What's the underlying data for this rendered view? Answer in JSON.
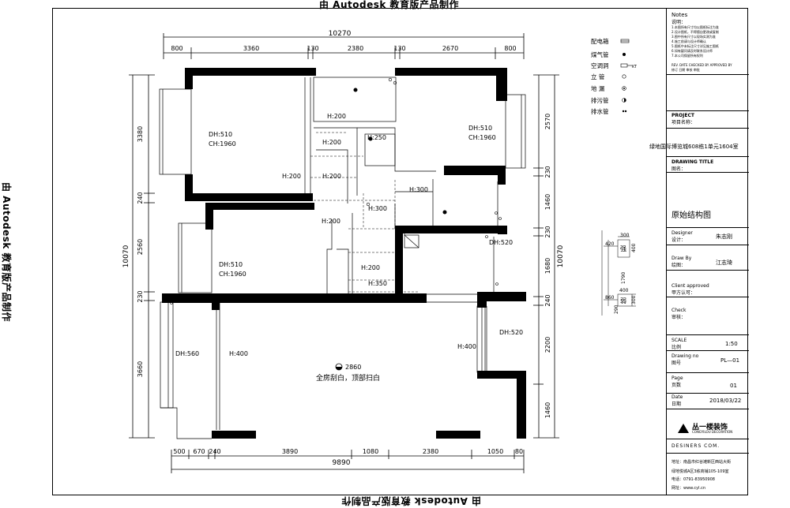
{
  "watermark": "由 Autodesk 教育版产品制作",
  "dims": {
    "top_total": "10270",
    "top_segments": [
      "800",
      "3360",
      "130",
      "2380",
      "130",
      "2670",
      "800"
    ],
    "bottom_total": "9890",
    "bottom_segments": [
      "500",
      "670",
      "240",
      "3890",
      "1080",
      "2380",
      "1050",
      "80"
    ],
    "left_total": "10070",
    "left_segments": [
      "3380",
      "240",
      "2560",
      "230",
      "3660"
    ],
    "right_total": "10070",
    "right_segments": [
      "2570",
      "230",
      "1460",
      "230",
      "1680",
      "240",
      "2200",
      "1460"
    ]
  },
  "rooms": {
    "dh1": "DH:510",
    "ch1": "CH:1960",
    "dh2": "DH:510",
    "ch2": "CH:1960",
    "dh3": "DH:510",
    "ch3": "CH:1960",
    "dh4": "DH:560",
    "dh5": "DH:520",
    "dh6": "DH:520",
    "beams": [
      "H:200",
      "H:200",
      "H:250",
      "H:200",
      "H:200",
      "H:300",
      "H:300",
      "H:200",
      "H:200",
      "H:350",
      "H:400",
      "H:400"
    ],
    "ceiling_height": "2860",
    "note": "全房刮白，顶部扫白"
  },
  "legend": [
    {
      "label": "配电箱"
    },
    {
      "label": "煤气管"
    },
    {
      "label": "空调洞",
      "suffix": "KT"
    },
    {
      "label": "立    管"
    },
    {
      "label": "地    漏"
    },
    {
      "label": "排污管"
    },
    {
      "label": "排水管"
    }
  ],
  "detail": {
    "v1": "300",
    "v2": "420",
    "v3": "400",
    "label1": "强",
    "v4": "1790",
    "v5": "400",
    "v6": "860",
    "v7": "290",
    "v8": "300",
    "label2": "弱"
  },
  "titleblock": {
    "notes_en": "Notes",
    "notes_cn": "说明：",
    "notes_lines": [
      "1.本图所有尺寸均以图纸标注为准",
      "2.设计图纸，不得擅自更改或复制",
      "3.图中所有尺寸以现场实测为准",
      "4.施工前请与设计师确认",
      "5.图纸中未标注尺寸详见施工图纸",
      "6.如有疑问请及时联系设计师",
      "7.本公司保留所有权利"
    ],
    "rev_header": "REV.  DATE   CHECKED BY  APPROVED BY",
    "rev_cn": "修订  日期   审核   审批",
    "project_en": "PROJECT",
    "project_cn": "项目名称：",
    "project": "绿地国际博览城608栋1单元1604室",
    "drawing_title_en": "DRAWING TITLE",
    "drawing_title_cn": "图名：",
    "drawing_title": "原始结构图",
    "designer_en": "Designer",
    "designer_cn": "设计：",
    "designer": "朱志刚",
    "drawby_en": "Draw By",
    "drawby_cn": "绘图：",
    "drawby": "江志琦",
    "client_en": "Client approved",
    "client_cn": "甲方认可：",
    "check_en": "Check",
    "check_cn": "审核：",
    "scale_en": "SCALE",
    "scale_cn": "比例",
    "scale": "1:50",
    "drawingno_en": "Drawing   no",
    "drawingno_cn": "图号",
    "drawingno": "PL—01",
    "page_en": "Page",
    "page_cn": "页数",
    "page": "01",
    "date_en": "Date",
    "date_cn": "日期",
    "date": "2018/03/22",
    "company": "丛一楼装饰",
    "company_en": "CONGYILOU DECORATION",
    "designers": "DESINERS COM.",
    "address1": "地址：南昌市红谷滩新区西站大街",
    "address2": "绿地悦城A区3栋商铺105-109室",
    "phone": "电话：0791-83950908",
    "web": "网址：www.cyl.cn"
  }
}
